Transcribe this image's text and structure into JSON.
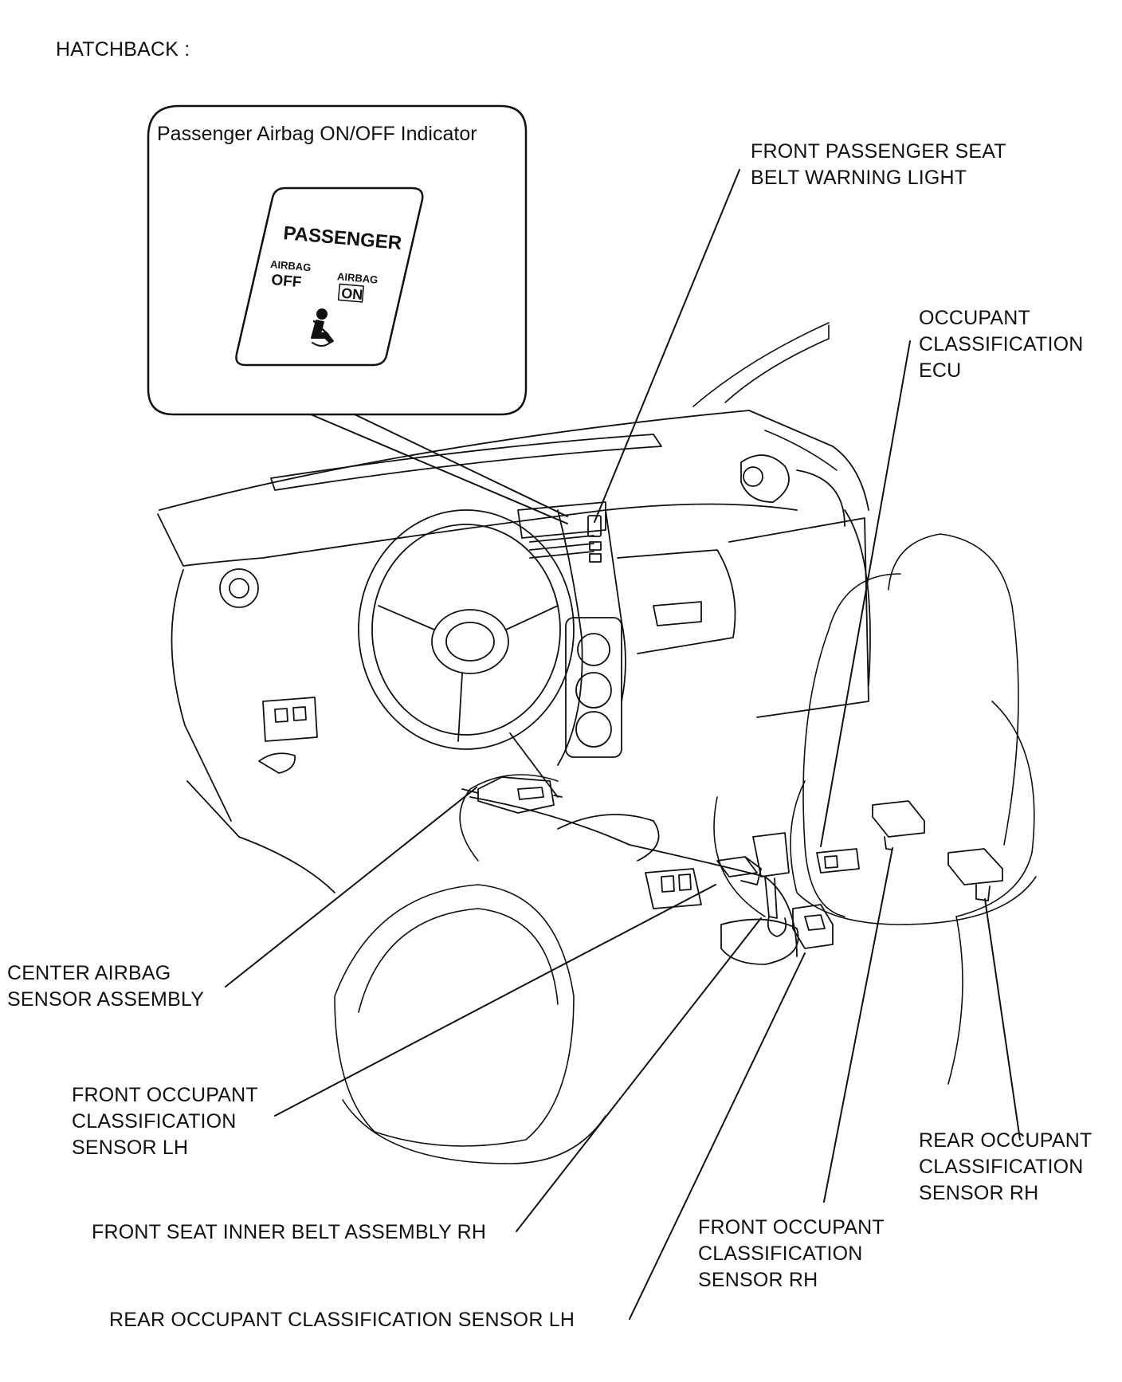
{
  "header": {
    "title": "HATCHBACK :"
  },
  "inset": {
    "title": "Passenger Airbag ON/OFF Indicator",
    "panel_heading": "PASSENGER",
    "off_top": "AIRBAG",
    "off_bottom": "OFF",
    "on_top": "AIRBAG",
    "on_bottom": "ON",
    "icon": "seatbelt-icon"
  },
  "labels": {
    "front_passenger_seat_belt_warning_light": [
      "FRONT PASSENGER SEAT",
      "BELT WARNING LIGHT"
    ],
    "occupant_classification_ecu": [
      "OCCUPANT",
      "CLASSIFICATION",
      "ECU"
    ],
    "center_airbag_sensor_assembly": [
      "CENTER AIRBAG",
      "SENSOR ASSEMBLY"
    ],
    "front_occupant_classification_sensor_lh": [
      "FRONT OCCUPANT",
      "CLASSIFICATION",
      "SENSOR LH"
    ],
    "front_seat_inner_belt_assembly_rh": [
      "FRONT SEAT INNER BELT ASSEMBLY RH"
    ],
    "rear_occupant_classification_sensor_lh": [
      "REAR OCCUPANT CLASSIFICATION SENSOR LH"
    ],
    "front_occupant_classification_sensor_rh": [
      "FRONT OCCUPANT",
      "CLASSIFICATION",
      "SENSOR RH"
    ],
    "rear_occupant_classification_sensor_rh": [
      "REAR OCCUPANT",
      "CLASSIFICATION",
      "SENSOR RH"
    ]
  },
  "colors": {
    "line": "#111111",
    "background": "#ffffff"
  }
}
